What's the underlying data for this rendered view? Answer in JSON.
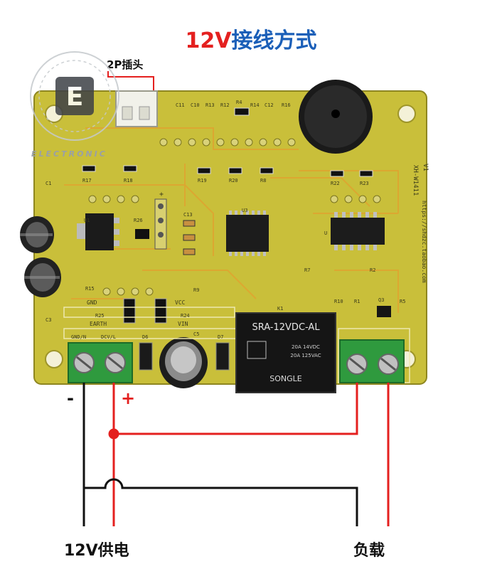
{
  "title": {
    "voltage": "12V",
    "text": "接线方式"
  },
  "connector_label": "2P插头",
  "logo": {
    "letter": "E",
    "text": "ELECTRONIC"
  },
  "board": {
    "model": "XH-W1411",
    "url": "https://shdzc.taobao.com",
    "version": "V1",
    "relay_model": "SRA-12VDC-AL",
    "relay_rating_1": "20A 14VDC",
    "relay_rating_2": "20A 125VAC",
    "relay_brand": "SONGLE",
    "silkscreen": {
      "gnd": "GND",
      "earth": "EARTH",
      "vcc": "VCC",
      "vin": "VIN",
      "gnd_n": "GND/N",
      "dcv": "DCV/L",
      "plus": "+",
      "refs": [
        "C11",
        "C10",
        "R13",
        "R12",
        "R4",
        "R14",
        "C12",
        "R16",
        "R17",
        "R18",
        "R19",
        "R20",
        "R8",
        "R22",
        "R23",
        "C1",
        "U1",
        "R26",
        "C13",
        "U3",
        "U",
        "R25",
        "R24",
        "R15",
        "D6",
        "C5",
        "D7",
        "K1",
        "R7",
        "R2",
        "R5",
        "R10",
        "R1",
        "Q3",
        "C3",
        "R9"
      ]
    }
  },
  "labels": {
    "minus": "-",
    "plus": "+",
    "power": "12V供电",
    "load": "负载"
  },
  "colors": {
    "positive_wire": "#e4201f",
    "negative_wire": "#111111",
    "pcb": "#c9bf3a",
    "terminal": "#2f9a3e"
  }
}
